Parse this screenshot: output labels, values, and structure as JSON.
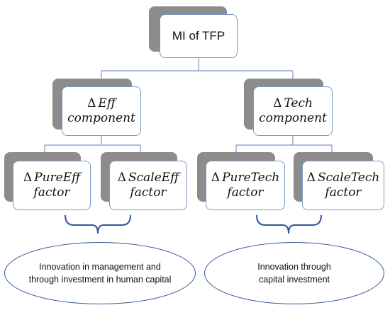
{
  "root": {
    "label": "MI of TFP"
  },
  "components": [
    {
      "delta": "Δ",
      "name": "Eff",
      "word": "component"
    },
    {
      "delta": "Δ",
      "name": "Tech",
      "word": "component"
    }
  ],
  "factors": [
    {
      "delta": "Δ",
      "name": "PureEff",
      "word": "factor"
    },
    {
      "delta": "Δ",
      "name": "ScaleEff",
      "word": "factor"
    },
    {
      "delta": "Δ",
      "name": "PureTech",
      "word": "factor"
    },
    {
      "delta": "Δ",
      "name": "ScaleTech",
      "word": "factor"
    }
  ],
  "outcomes": [
    {
      "line1": "Innovation in management and",
      "line2": "through investment in human capital"
    },
    {
      "line1": "Innovation through",
      "line2": "capital investment"
    }
  ],
  "colors": {
    "box_border": "#7b97c6",
    "shadow": "#8c8c8c",
    "brace": "#2f5597",
    "connector": "#7b97c6"
  }
}
